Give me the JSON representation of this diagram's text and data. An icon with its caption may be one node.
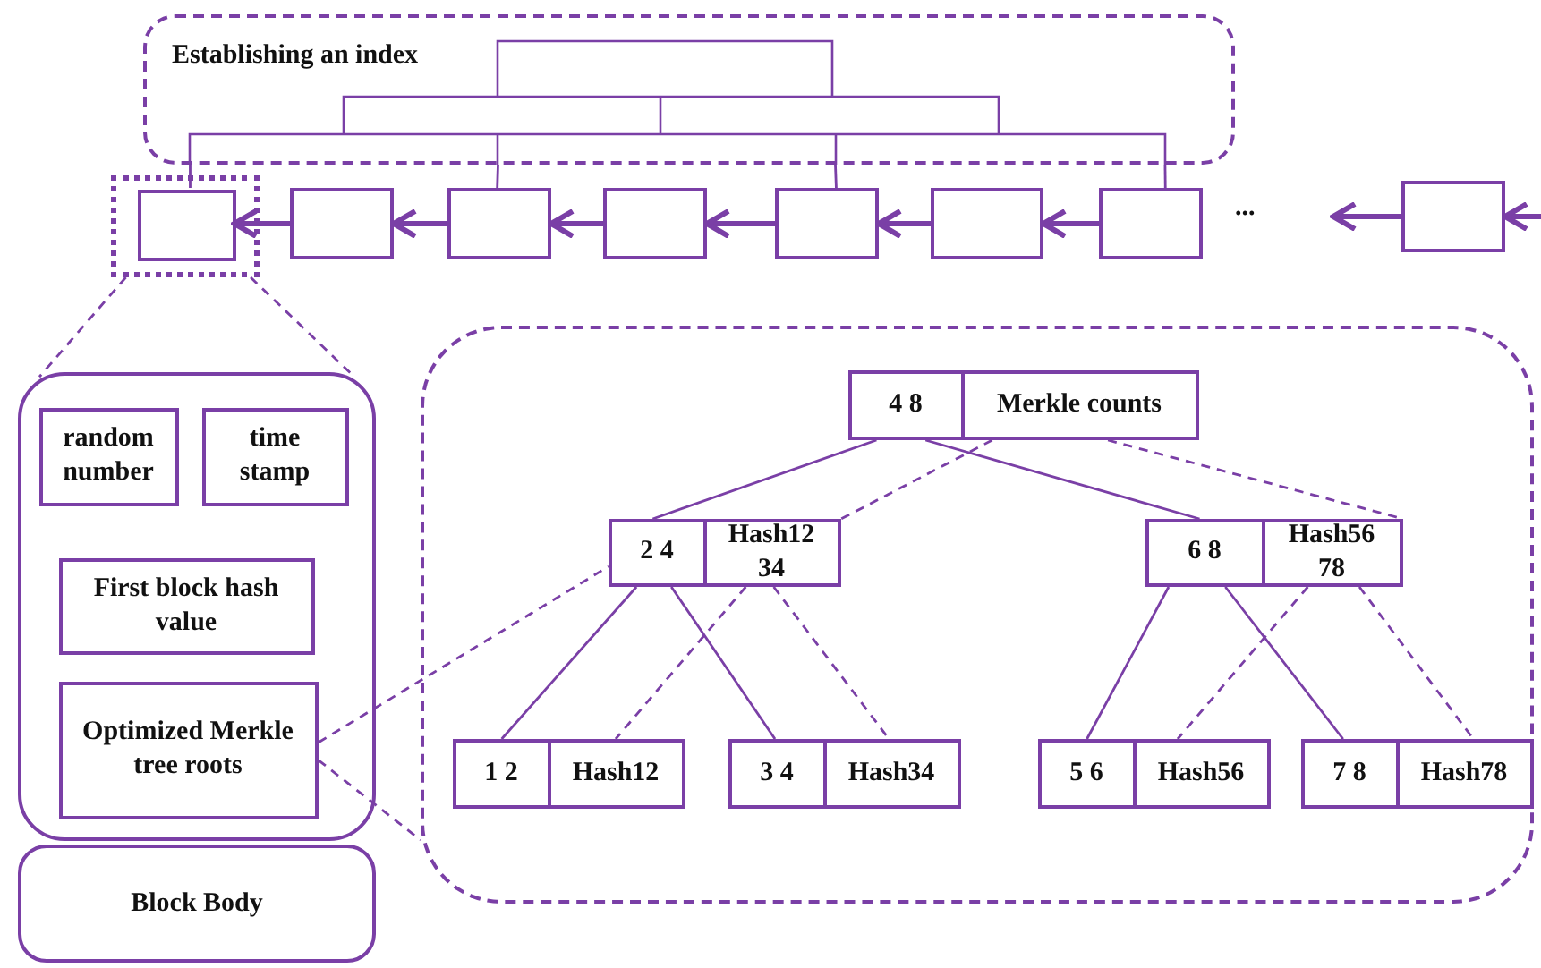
{
  "diagram": {
    "nodes": [
      {
        "text": [
          "Establishing an index"
        ]
      },
      {
        "text": [],
        "shape": "box"
      },
      {
        "text": [],
        "shape": "box",
        "in": 1
      },
      {
        "text": [],
        "shape": "box"
      },
      {
        "text": [],
        "shape": "box"
      },
      {
        "text": [],
        "shape": "box"
      },
      {
        "text": [],
        "shape": "box"
      },
      {
        "text": [],
        "shape": "box"
      },
      {
        "text": [],
        "shape": "box"
      },
      {
        "text": [],
        "shape": "box"
      },
      {
        "text": [],
        "shape": "box"
      },
      {
        "text": [
          "random number"
        ],
        "in": 10
      },
      {
        "text": [
          "time stamp"
        ],
        "in": 10
      },
      {
        "text": [
          "First block hash value"
        ],
        "in": 10
      },
      {
        "text": [
          "Optimized Merkle tree roots"
        ],
        "in": 10
      },
      {
        "text": [
          "Block Body"
        ]
      },
      {
        "text": [],
        "shape": "box"
      },
      {
        "text": [
          "4 8",
          "Merkle counts"
        ],
        "in": 16
      },
      {
        "text": [
          "2 4",
          "Hash12 34"
        ],
        "in": 16
      },
      {
        "text": [
          "6 8",
          "Hash56 78"
        ],
        "in": 16
      },
      {
        "text": [
          "1 2",
          "Hash12"
        ],
        "in": 16
      },
      {
        "text": [
          "3 4",
          "Hash34"
        ],
        "in": 16
      },
      {
        "text": [
          "5 6",
          "Hash56"
        ],
        "in": 16
      },
      {
        "text": [
          "7 8",
          "Hash78"
        ],
        "in": 16
      }
    ],
    "edges": [
      {
        "from": 3,
        "to": 2,
        "arrow": "to",
        "style": "thick"
      },
      {
        "from": 4,
        "to": 3,
        "arrow": "to",
        "style": "thick"
      },
      {
        "from": 5,
        "to": 4,
        "arrow": "to",
        "style": "thick"
      },
      {
        "from": 6,
        "to": 5,
        "arrow": "to",
        "style": "thick"
      },
      {
        "from": 7,
        "to": 6,
        "arrow": "to",
        "style": "thick"
      },
      {
        "from": 8,
        "to": 7,
        "arrow": "to",
        "style": "thick"
      },
      {
        "from": 9,
        "to": null,
        "arrow": "to",
        "style": "thick"
      },
      {
        "from": null,
        "to": 9,
        "arrow": "to",
        "style": "thick"
      },
      {
        "from": 0,
        "to": 2,
        "arrow": "none"
      },
      {
        "from": 0,
        "to": 4,
        "arrow": "none"
      },
      {
        "from": 0,
        "to": 6,
        "arrow": "none"
      },
      {
        "from": 0,
        "to": 8,
        "arrow": "none"
      },
      {
        "from": 1,
        "to": 10,
        "arrow": "none",
        "style": "dashed"
      },
      {
        "from": 1,
        "to": 10,
        "arrow": "none",
        "style": "dashed"
      },
      {
        "from": 14,
        "to": 18,
        "arrow": "none",
        "style": "dashed"
      },
      {
        "from": 14,
        "to": 16,
        "arrow": "none",
        "style": "dashed"
      },
      {
        "from": 17,
        "to": 18,
        "arrow": "none"
      },
      {
        "from": 17,
        "to": 18,
        "arrow": "none",
        "style": "dashed"
      },
      {
        "from": 17,
        "to": 19,
        "arrow": "none"
      },
      {
        "from": 17,
        "to": 19,
        "arrow": "none",
        "style": "dashed"
      },
      {
        "from": 18,
        "to": 20,
        "arrow": "none"
      },
      {
        "from": 18,
        "to": 20,
        "arrow": "none",
        "style": "dashed"
      },
      {
        "from": 18,
        "to": 21,
        "arrow": "none"
      },
      {
        "from": 18,
        "to": 21,
        "arrow": "none",
        "style": "dashed"
      },
      {
        "from": 19,
        "to": 22,
        "arrow": "none"
      },
      {
        "from": 19,
        "to": 22,
        "arrow": "none",
        "style": "dashed"
      },
      {
        "from": 19,
        "to": 23,
        "arrow": "none"
      },
      {
        "from": 19,
        "to": 23,
        "arrow": "none",
        "style": "dashed"
      }
    ],
    "labels": [
      "..."
    ]
  }
}
